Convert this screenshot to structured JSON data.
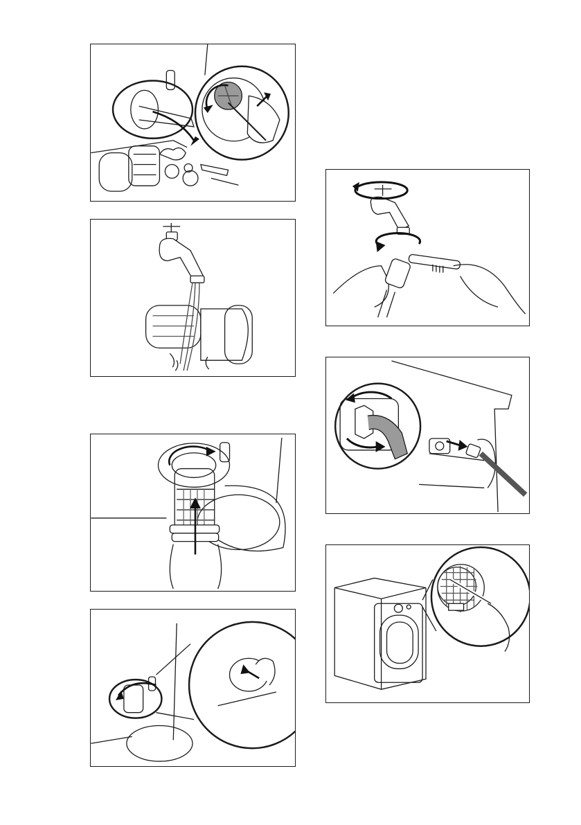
{
  "page": {
    "panels": [
      {
        "id": "p1",
        "icon": "drain-filter-removal-icon"
      },
      {
        "id": "p2",
        "icon": "filter-rinse-under-tap-icon"
      },
      {
        "id": "p3",
        "icon": "filter-reinsert-icon"
      },
      {
        "id": "p4",
        "icon": "filter-cover-close-icon"
      },
      {
        "id": "p5",
        "icon": "inlet-hose-filter-brush-icon"
      },
      {
        "id": "p6",
        "icon": "inlet-hose-connection-icon"
      },
      {
        "id": "p7",
        "icon": "inlet-valve-filter-clean-icon"
      }
    ]
  },
  "colors": {
    "line": "#1a1a1a",
    "arrow": "#111111",
    "fill_light": "#ffffff",
    "shade": "#9a9a9a",
    "dark": "#555555"
  }
}
